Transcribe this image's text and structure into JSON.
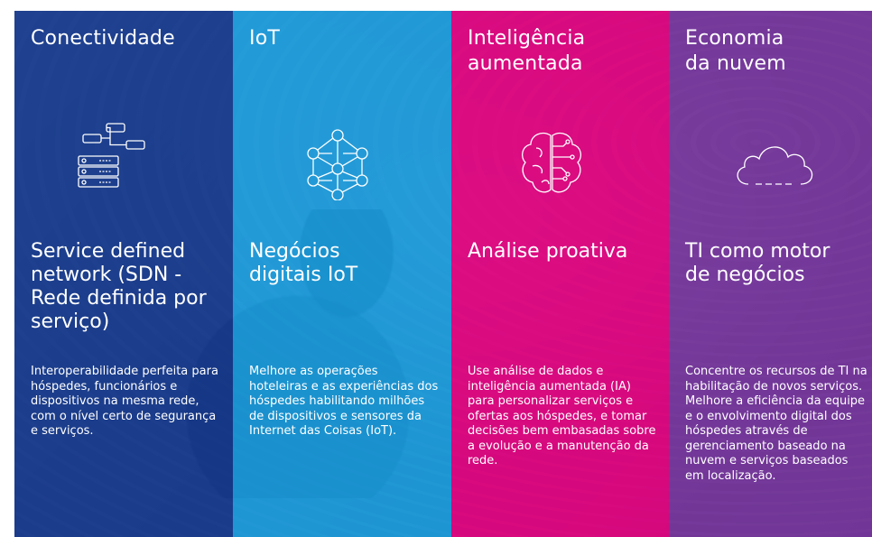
{
  "columns": [
    {
      "title": "Conectividade",
      "icon": "network-servers-icon",
      "heading": "Service defined network (SDN - Rede definida por serviço)",
      "body": "Interoperabilidade perfeita para hóspedes, funcionários e dispositivos na mesma rede, com o nível certo de segurança e serviços."
    },
    {
      "title": "IoT",
      "icon": "node-graph-icon",
      "heading": "Negócios digitais IoT",
      "body": "Melhore as operações hoteleiras e as experiências dos hóspedes habilitando milhões de dispositivos e sensores da Internet das Coisas (IoT)."
    },
    {
      "title": "Inteligência aumentada",
      "icon": "brain-circuit-icon",
      "heading": "Análise proativa",
      "body": "Use análise de dados e inteligência aumentada (IA) para personalizar serviços e ofertas aos hóspedes, e tomar decisões bem embasadas sobre a evolução e a manutenção da rede."
    },
    {
      "title": "Economia da nuvem",
      "icon": "cloud-icon",
      "heading": "TI como motor de negócios",
      "body": "Concentre os recursos de TI na habilitação de novos serviços. Melhore a eficiência da equipe e o envolvimento digital dos hóspedes através de gerenciamento baseado na nuvem e serviços baseados em localização."
    }
  ],
  "colors": {
    "conectividade": "#12378C",
    "iot": "#16A0E2",
    "inteligencia": "#E6007E",
    "nuvem": "#7A32A0"
  }
}
